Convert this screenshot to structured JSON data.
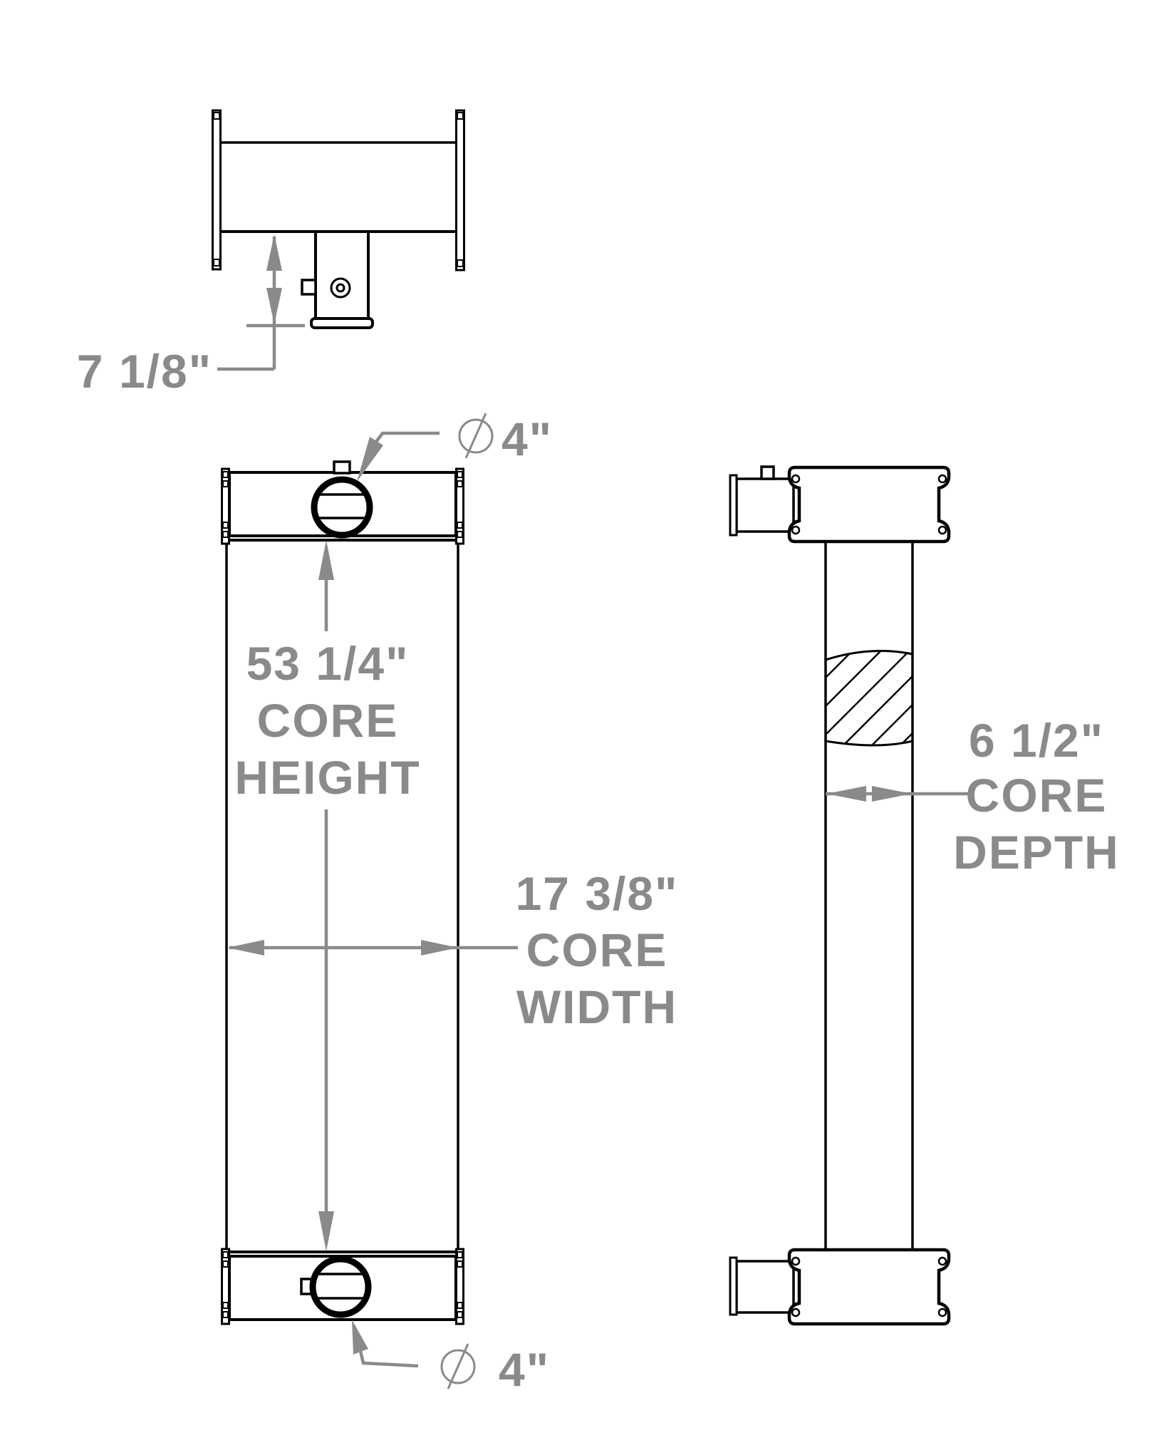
{
  "drawing": {
    "kind": "radiator-core-dimension-drawing",
    "colors": {
      "line": "#000000",
      "dimension": "#8a8a8a",
      "background": "#ffffff"
    },
    "top_view": {
      "offset_dim": {
        "value": "7 1/8\""
      }
    },
    "front_view": {
      "top_port": {
        "symbol": "⌀",
        "value": "4\""
      },
      "bottom_port": {
        "symbol": "⌀",
        "value": "4\""
      },
      "core_height": {
        "value": "53 1/4\"",
        "line2": "CORE",
        "line3": "HEIGHT"
      },
      "core_width": {
        "value": "17 3/8\"",
        "line2": "CORE",
        "line3": "WIDTH"
      }
    },
    "side_view": {
      "core_depth": {
        "value": "6 1/2\"",
        "line2": "CORE",
        "line3": "DEPTH"
      }
    }
  }
}
